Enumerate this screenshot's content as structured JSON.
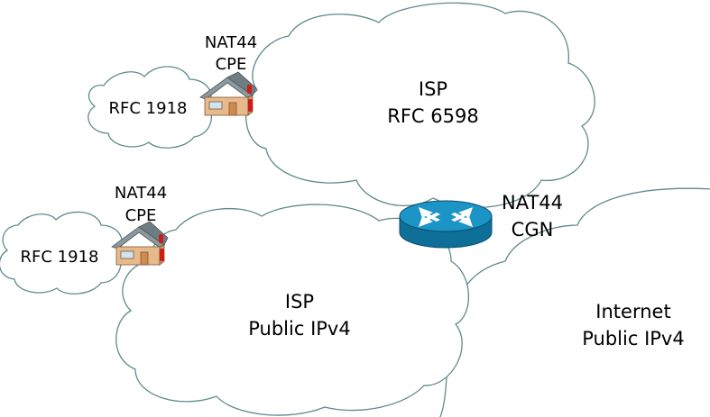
{
  "clouds": {
    "isp_cgn": {
      "line1": "ISP",
      "line2": "RFC 6598"
    },
    "isp_public": {
      "line1": "ISP",
      "line2": "Public IPv4"
    },
    "internet": {
      "line1": "Internet",
      "line2": "Public IPv4"
    },
    "private_top": {
      "label": "RFC 1918"
    },
    "private_bottom": {
      "label": "RFC 1918"
    }
  },
  "devices": {
    "cpe_top": {
      "line1": "NAT44",
      "line2": "CPE",
      "icon": "house-icon"
    },
    "cpe_bottom": {
      "line1": "NAT44",
      "line2": "CPE",
      "icon": "house-icon"
    },
    "cgn": {
      "line1": "NAT44",
      "line2": "CGN",
      "icon": "router-icon"
    }
  },
  "colors": {
    "cloud_stroke": "#5f8a8b",
    "router_top": "#1d94c6",
    "router_side": "#0e6f98",
    "house_wall": "#e8b98a",
    "house_roof": "#8a9aa0",
    "chimney_red": "#d11a1a"
  }
}
